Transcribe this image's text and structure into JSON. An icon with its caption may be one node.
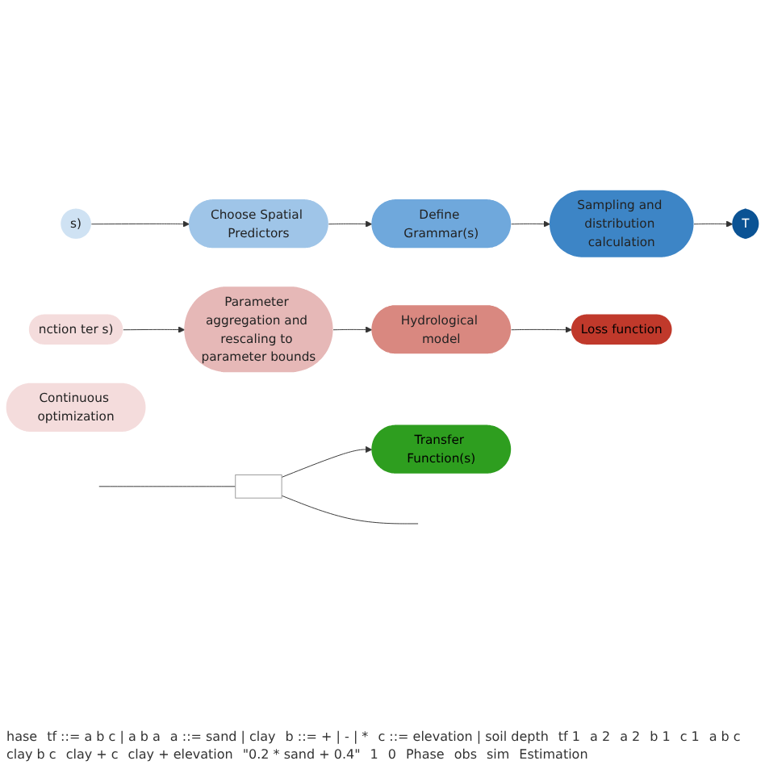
{
  "diagram": {
    "nodes": [
      {
        "text": [
          "s)"
        ]
      },
      {
        "text": [
          "Choose Spatial Predictors"
        ]
      },
      {
        "text": [
          "Define Grammar(s)"
        ]
      },
      {
        "text": [
          "Sampling and distribution calculation"
        ]
      },
      {
        "text": [
          "T"
        ]
      },
      {
        "text": [
          "nction ter s)"
        ]
      },
      {
        "text": [
          "Parameter aggregation and rescaling to parameter bounds"
        ]
      },
      {
        "text": [
          "Hydrological model"
        ]
      },
      {
        "text": [
          "Loss function"
        ]
      },
      {
        "text": [],
        "shape": "box"
      },
      {
        "text": [
          "Transfer Function(s)"
        ]
      },
      {
        "text": [
          "Continuous optimization"
        ]
      }
    ],
    "edges": [
      {
        "from": 0,
        "to": 1,
        "arrow": "to"
      },
      {
        "from": 1,
        "to": 2,
        "arrow": "to"
      },
      {
        "from": 2,
        "to": 3,
        "arrow": "to"
      },
      {
        "from": 3,
        "to": 4,
        "arrow": "to"
      },
      {
        "from": 5,
        "to": 6,
        "arrow": "to"
      },
      {
        "from": 6,
        "to": 7,
        "arrow": "to"
      },
      {
        "from": 7,
        "to": 8,
        "arrow": "to"
      },
      {
        "from": null,
        "to": 9,
        "arrow": "none"
      },
      {
        "from": 9,
        "to": null,
        "arrow": "none"
      },
      {
        "from": 9,
        "to": 10,
        "arrow": "to"
      }
    ],
    "labels": [
      "hase",
      "tf ::= a b c | a b a",
      "a ::= sand | clay",
      "b ::= + | - | *",
      "c ::= elevation | soil depth",
      "tf 1",
      "a 2",
      "a 2",
      "b 1",
      "c 1",
      "a b c",
      "clay b c",
      "clay + c",
      "clay + elevation",
      "\"0.2 * sand + 0.4\"",
      "1",
      "0",
      "Phase",
      "obs",
      "sim",
      "Estimation"
    ]
  }
}
